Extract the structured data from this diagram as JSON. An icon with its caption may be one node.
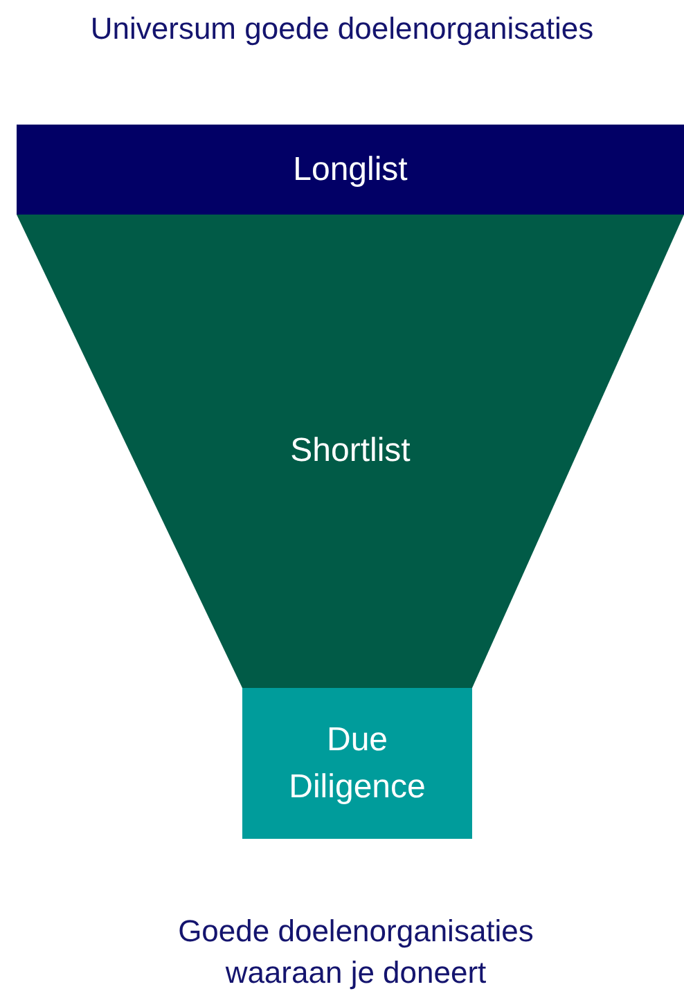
{
  "diagram": {
    "title": "Universum goede doelenorganisaties",
    "nodes": [
      {
        "text": [
          "Longlist"
        ]
      },
      {
        "text": [
          "Shortlist"
        ]
      },
      {
        "text": [
          "Due Diligence"
        ]
      }
    ],
    "caption": "Goede doelenorganisaties waaraan je doneert"
  }
}
